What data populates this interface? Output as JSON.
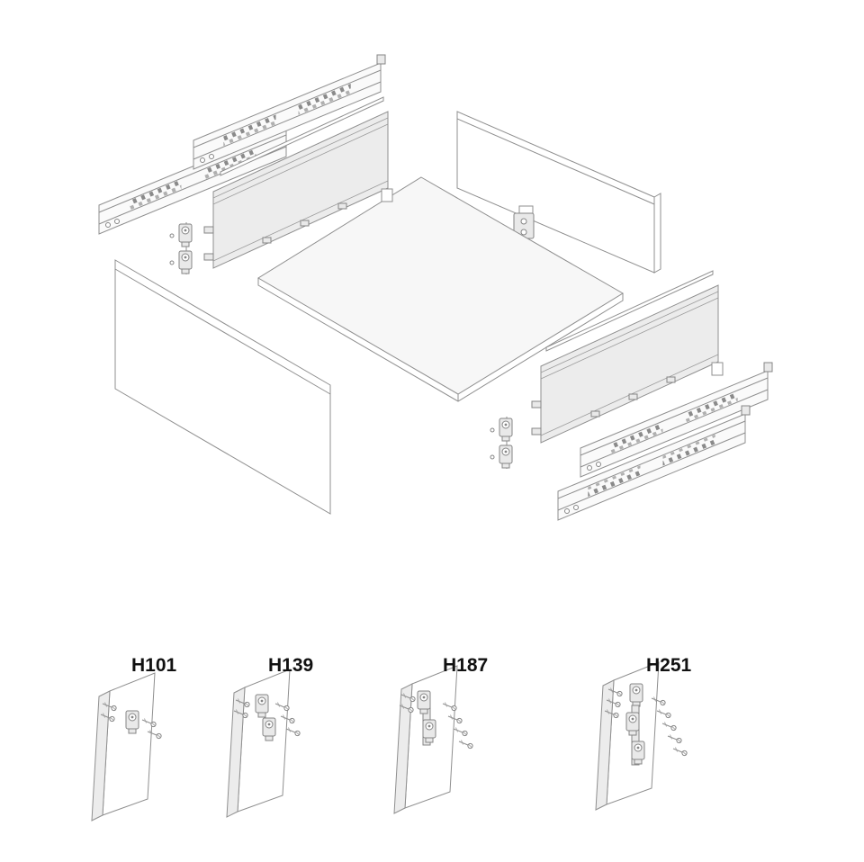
{
  "page": {
    "background": "#ffffff"
  },
  "drawing": {
    "stroke_color": "#8f8f8f",
    "panel_fill": "#ececec",
    "hardware_fill": "#e9e9e9",
    "label_color": "#111111"
  },
  "variants": [
    {
      "label": "H101"
    },
    {
      "label": "H139"
    },
    {
      "label": "H187"
    },
    {
      "label": "H251"
    }
  ]
}
